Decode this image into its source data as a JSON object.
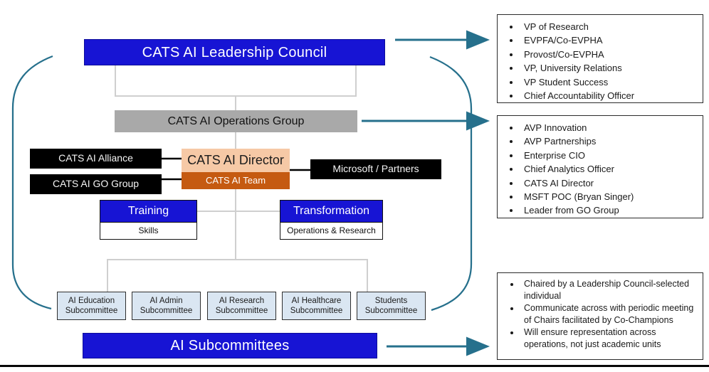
{
  "diagram": {
    "leadership_council": {
      "label": "CATS AI Leadership Council"
    },
    "operations_group": {
      "label": "CATS AI Operations Group"
    },
    "alliance": {
      "label": "CATS AI Alliance"
    },
    "go_group": {
      "label": "CATS AI GO Group"
    },
    "director": {
      "label": "CATS AI Director"
    },
    "team": {
      "label": "CATS AI Team"
    },
    "microsoft_partners": {
      "label": "Microsoft / Partners"
    },
    "training": {
      "label": "Training",
      "sublabel": "Skills"
    },
    "transformation": {
      "label": "Transformation",
      "sublabel": "Operations & Research"
    },
    "subcommittees": [
      {
        "line1": "AI Education",
        "line2": "Subcommittee"
      },
      {
        "line1": "AI Admin",
        "line2": "Subcommittee"
      },
      {
        "line1": "AI Research",
        "line2": "Subcommittee"
      },
      {
        "line1": "AI Healthcare",
        "line2": "Subcommittee"
      },
      {
        "line1": "Students",
        "line2": "Subcommittee"
      }
    ],
    "ai_subcommittees": {
      "label": "AI Subcommittees"
    }
  },
  "panels": [
    {
      "items": [
        "VP of Research",
        "EVPFA/Co-EVPHA",
        "Provost/Co-EVPHA",
        "VP, University Relations",
        "VP Student Success",
        "Chief Accountability Officer"
      ]
    },
    {
      "items": [
        "AVP Innovation",
        "AVP Partnerships",
        "Enterprise CIO",
        "Chief Analytics Officer",
        "CATS AI Director",
        "MSFT POC (Bryan Singer)",
        "Leader from GO Group"
      ]
    },
    {
      "items": [
        "Chaired by a Leadership Council-selected individual",
        "Communicate across with periodic meeting of Chairs facilitated by Co-Champions",
        "Will ensure representation across operations, not just academic units"
      ]
    }
  ],
  "colors": {
    "primary_blue": "#1714D4",
    "gray_box": "#A9A9A9",
    "black_box": "#000000",
    "peach_box": "#F6C9A6",
    "burnt_orange_box": "#C55A11",
    "light_blue_box": "#DAE6F2",
    "teal_arrow": "#26708C",
    "connector_gray": "#CFCFCF"
  }
}
